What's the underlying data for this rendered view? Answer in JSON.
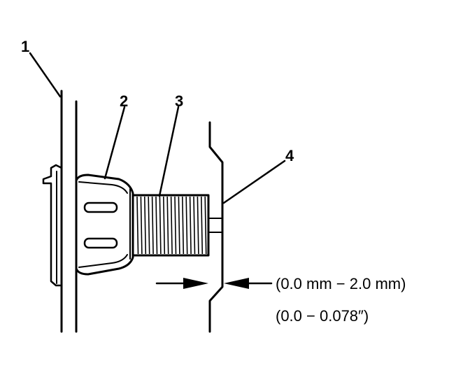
{
  "callouts": {
    "c1": "1",
    "c2": "2",
    "c3": "3",
    "c4": "4"
  },
  "spec": {
    "metric": "(0.0 mm  −  2.0 mm)",
    "imperial": "(0.0  −  0.078″)"
  }
}
